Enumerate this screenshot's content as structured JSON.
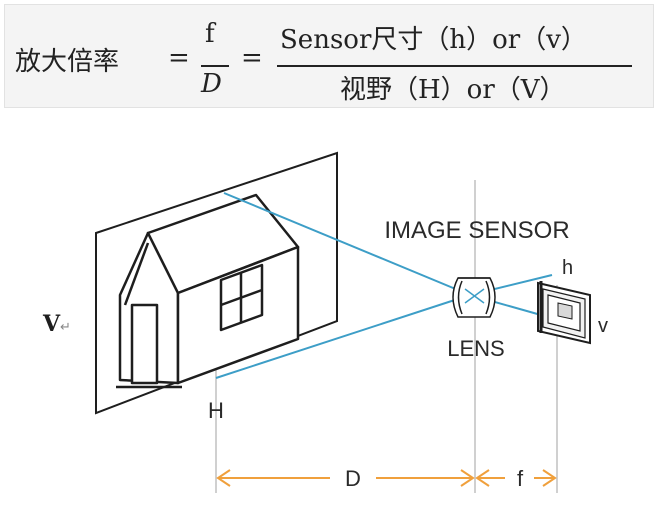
{
  "formula": {
    "lhs": "放大倍率",
    "equals": "=",
    "numerator_1": "f",
    "denominator_1": "D",
    "numerator_2": "Sensor尺寸（h）or（v）",
    "denominator_2": "视野（H）or（V）"
  },
  "diagram": {
    "image_sensor_label": "IMAGE SENSOR",
    "lens_label": "LENS",
    "h_label": "h",
    "v_label": "v",
    "big_v_label": "V",
    "return_mark": "↵",
    "big_h_label": "H",
    "d_label": "D",
    "f_label": "f",
    "colors": {
      "ray": "#3d9ec7",
      "dimension": "#f0a03c",
      "guide": "#c0c0c0",
      "outline": "#1e1e1e"
    }
  }
}
